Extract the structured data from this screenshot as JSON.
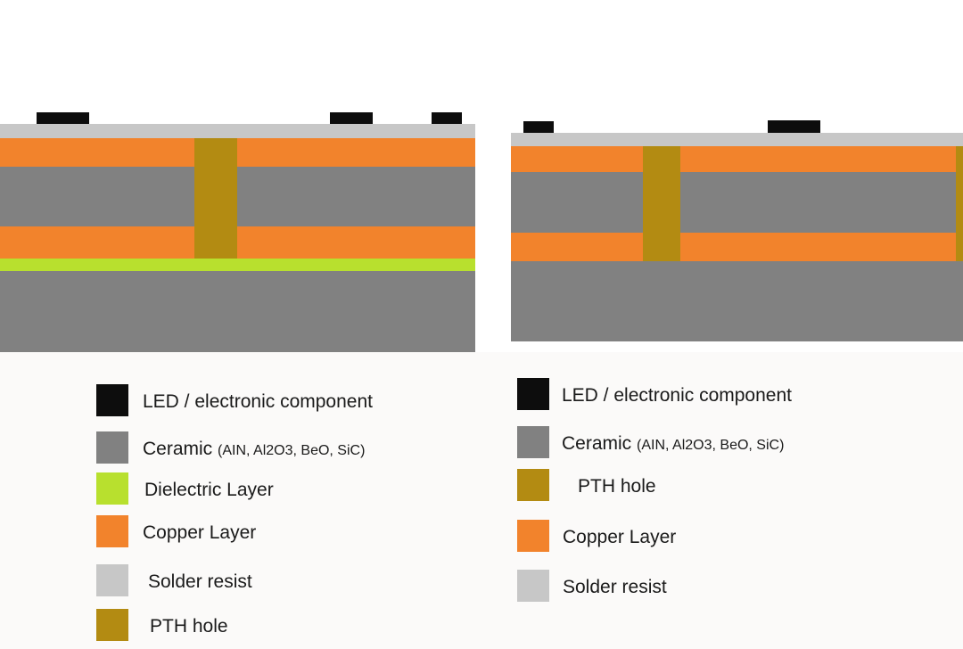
{
  "colors": {
    "led": "#0d0d0d",
    "ceramic": "#818181",
    "copper": "#f2832c",
    "dielectric": "#b8e02e",
    "solder": "#c7c7c7",
    "pth": "#b38b12"
  },
  "left_legend": [
    {
      "key": "led",
      "label": "LED / electronic component",
      "sub": ""
    },
    {
      "key": "ceramic",
      "label": "Ceramic",
      "sub": "(AIN, Al2O3, BeO, SiC)"
    },
    {
      "key": "dielectric",
      "label": "Dielectric Layer",
      "sub": ""
    },
    {
      "key": "copper",
      "label": "Copper Layer",
      "sub": ""
    },
    {
      "key": "solder",
      "label": "Solder resist",
      "sub": ""
    },
    {
      "key": "pth",
      "label": "PTH hole",
      "sub": ""
    }
  ],
  "right_legend": [
    {
      "key": "led",
      "label": "LED / electronic component",
      "sub": ""
    },
    {
      "key": "ceramic",
      "label": "Ceramic",
      "sub": "(AIN, Al2O3, BeO, SiC)"
    },
    {
      "key": "pth",
      "label": "PTH hole",
      "sub": ""
    },
    {
      "key": "copper",
      "label": "Copper Layer",
      "sub": ""
    },
    {
      "key": "solder",
      "label": "Solder resist",
      "sub": ""
    }
  ]
}
